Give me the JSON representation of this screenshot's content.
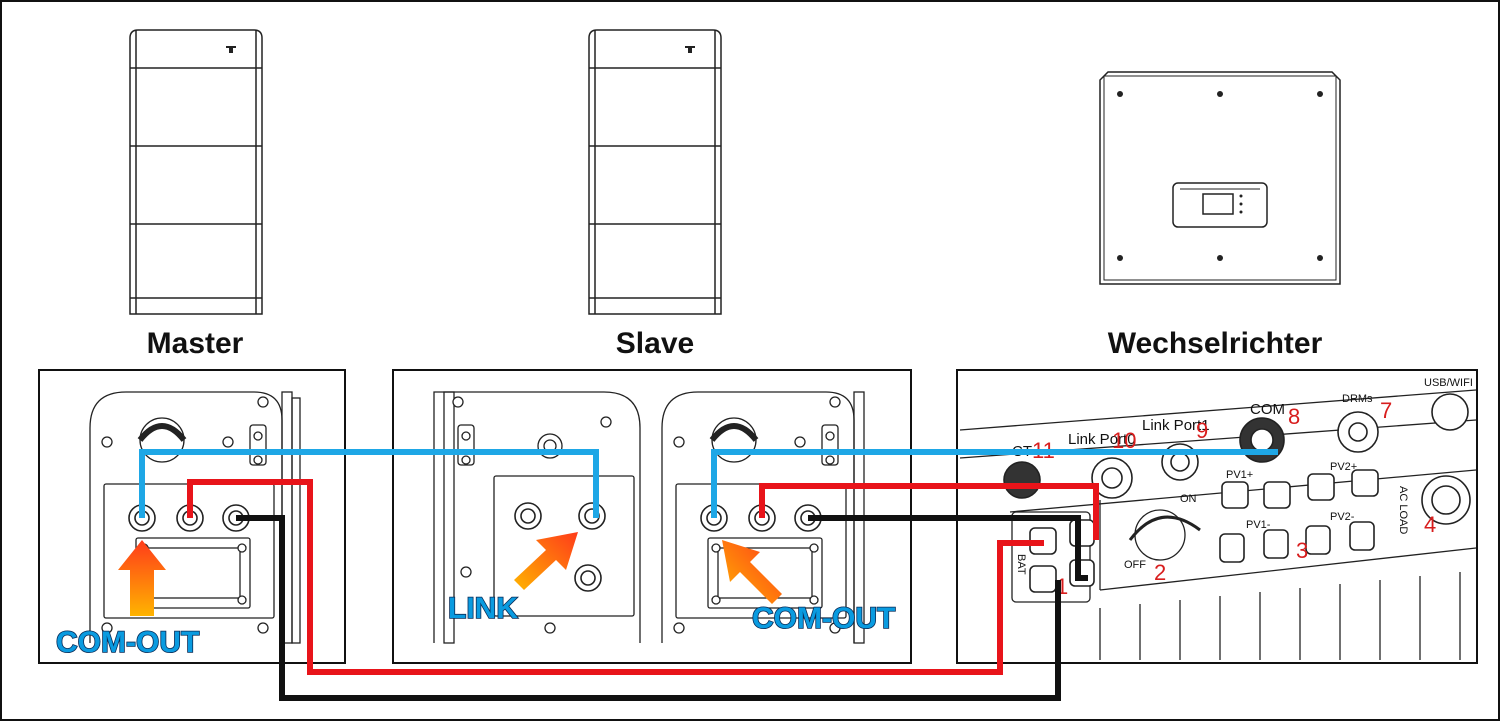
{
  "headings": {
    "master": "Master",
    "slave": "Slave",
    "inverter": "Wechselrichter"
  },
  "callouts": {
    "master_com_out": "COM-OUT",
    "slave_link": "LINK",
    "slave_com_out": "COM-OUT"
  },
  "inverter_ports": {
    "link_port0": "Link  Port0",
    "link_port1": "Link  Port1",
    "com": "COM",
    "drms": "DRMs",
    "usb_wifi": "USB/WIFI",
    "pv1_plus": "PV1+",
    "pv2_plus": "PV2+",
    "pv1_minus": "PV1-",
    "pv2_minus": "PV2-",
    "ac_load": "AC LOAD",
    "off": "OFF",
    "on": "ON",
    "bat": "BAT",
    "ct": "CT",
    "numbers": {
      "n1": "1",
      "n2": "2",
      "n3": "3",
      "n4": "4",
      "n7": "7",
      "n8": "8",
      "n9": "9",
      "n10": "10",
      "n11": "11"
    }
  },
  "colors": {
    "communication_cable": "#1ea7e6",
    "positive_cable": "#e8141a",
    "negative_cable": "#111111",
    "arrow_top": "#ff3b1a",
    "arrow_bottom": "#ffb400",
    "callout_text": "#0a9be0"
  }
}
